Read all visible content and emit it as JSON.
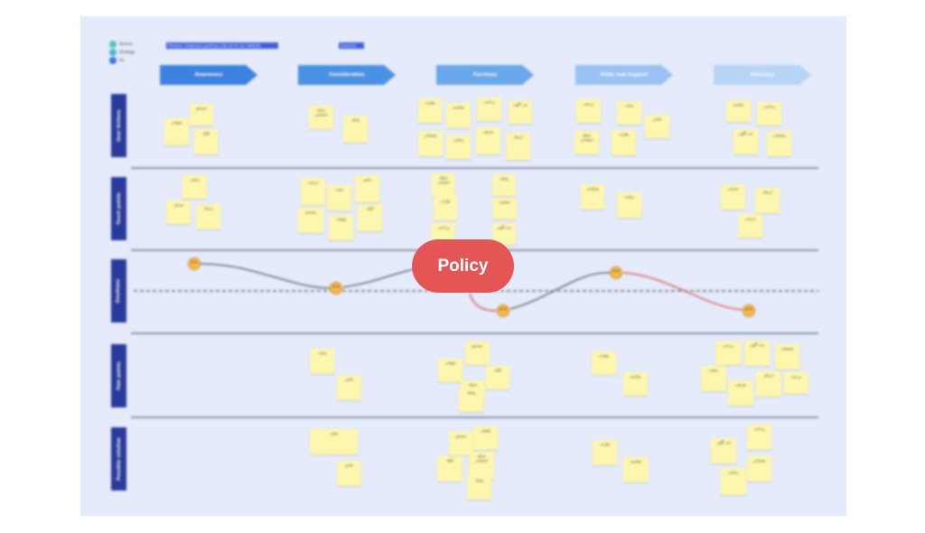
{
  "legend": [
    {
      "label": "Service",
      "color": "#4ac8b0"
    },
    {
      "label": "Strategy",
      "color": "#43b9d4"
    },
    {
      "label": "Ux",
      "color": "#3b73d9"
    }
  ],
  "header": {
    "title": "Persona: employee posting a job ad on our website",
    "scenario": "Scenario"
  },
  "stages": [
    {
      "label": "Awareness",
      "color": "#3d82e0"
    },
    {
      "label": "Consideration",
      "color": "#4a91e2"
    },
    {
      "label": "Purchase",
      "color": "#6aa6ea"
    },
    {
      "label": "Order and Support",
      "color": "#99c2f2"
    },
    {
      "label": "Advocacy",
      "color": "#b6d4f6"
    }
  ],
  "rows": [
    {
      "label": "User Actions"
    },
    {
      "label": "Touch points"
    },
    {
      "label": "Emotions"
    },
    {
      "label": "Pain points"
    },
    {
      "label": "Possible solution"
    }
  ],
  "notes": [
    "جستجو",
    "تبلیغات",
    "کلیک",
    "شبکه اجتماعی",
    "پیامک",
    "نظرات",
    "مقایسه",
    "پرداخت",
    "ثبت آگهی",
    "پشتیبانی",
    "رضایت",
    "معرفی",
    "ارسال",
    "بررسی",
    "سایت",
    "تماس"
  ],
  "callout": {
    "label": "Policy",
    "color": "#e45656"
  }
}
